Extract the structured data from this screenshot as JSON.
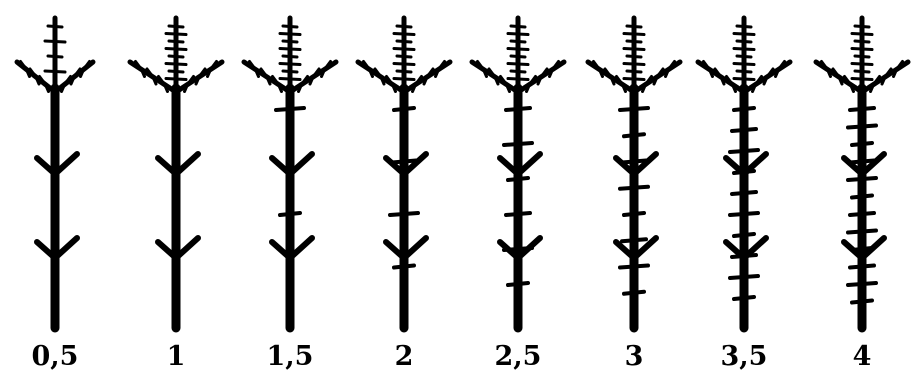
{
  "figure": {
    "background_color": "#ffffff",
    "ink_color": "#000000",
    "plants": [
      {
        "label": "0,5",
        "lower_internodes_with_branches": 0,
        "upper_whorl": "sparse"
      },
      {
        "label": "1",
        "lower_internodes_with_branches": 0,
        "upper_whorl": "full"
      },
      {
        "label": "1,5",
        "lower_internodes_with_branches": 2,
        "upper_whorl": "full"
      },
      {
        "label": "2",
        "lower_internodes_with_branches": 4,
        "upper_whorl": "full"
      },
      {
        "label": "2,5",
        "lower_internodes_with_branches": 6,
        "upper_whorl": "full"
      },
      {
        "label": "3",
        "lower_internodes_with_branches": 8,
        "upper_whorl": "full"
      },
      {
        "label": "3,5",
        "lower_internodes_with_branches": 10,
        "upper_whorl": "full"
      },
      {
        "label": "4",
        "lower_internodes_with_branches": 12,
        "upper_whorl": "full"
      }
    ]
  }
}
